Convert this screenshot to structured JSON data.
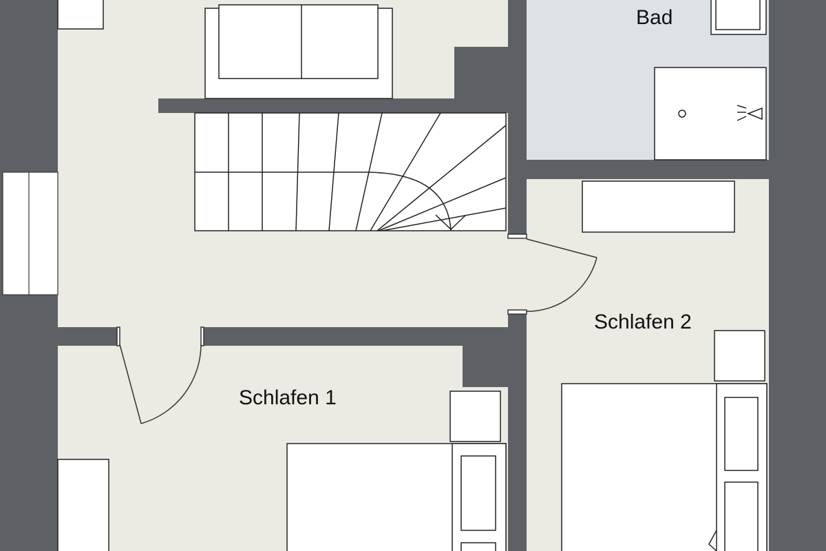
{
  "rooms": {
    "bath": "Bad",
    "bedroom_2": "Schlafen 2",
    "bedroom_1": "Schlafen 1"
  },
  "colors": {
    "floor": "#ebeae3",
    "bath_floor": "#dde2e6",
    "wall": "#5d6064",
    "furniture": "#ffffff",
    "line": "#1a1a1a"
  },
  "icons": [
    "sofa-icon",
    "staircase-icon",
    "shower-icon",
    "bed-icon",
    "door-swing-icon",
    "window-icon"
  ]
}
